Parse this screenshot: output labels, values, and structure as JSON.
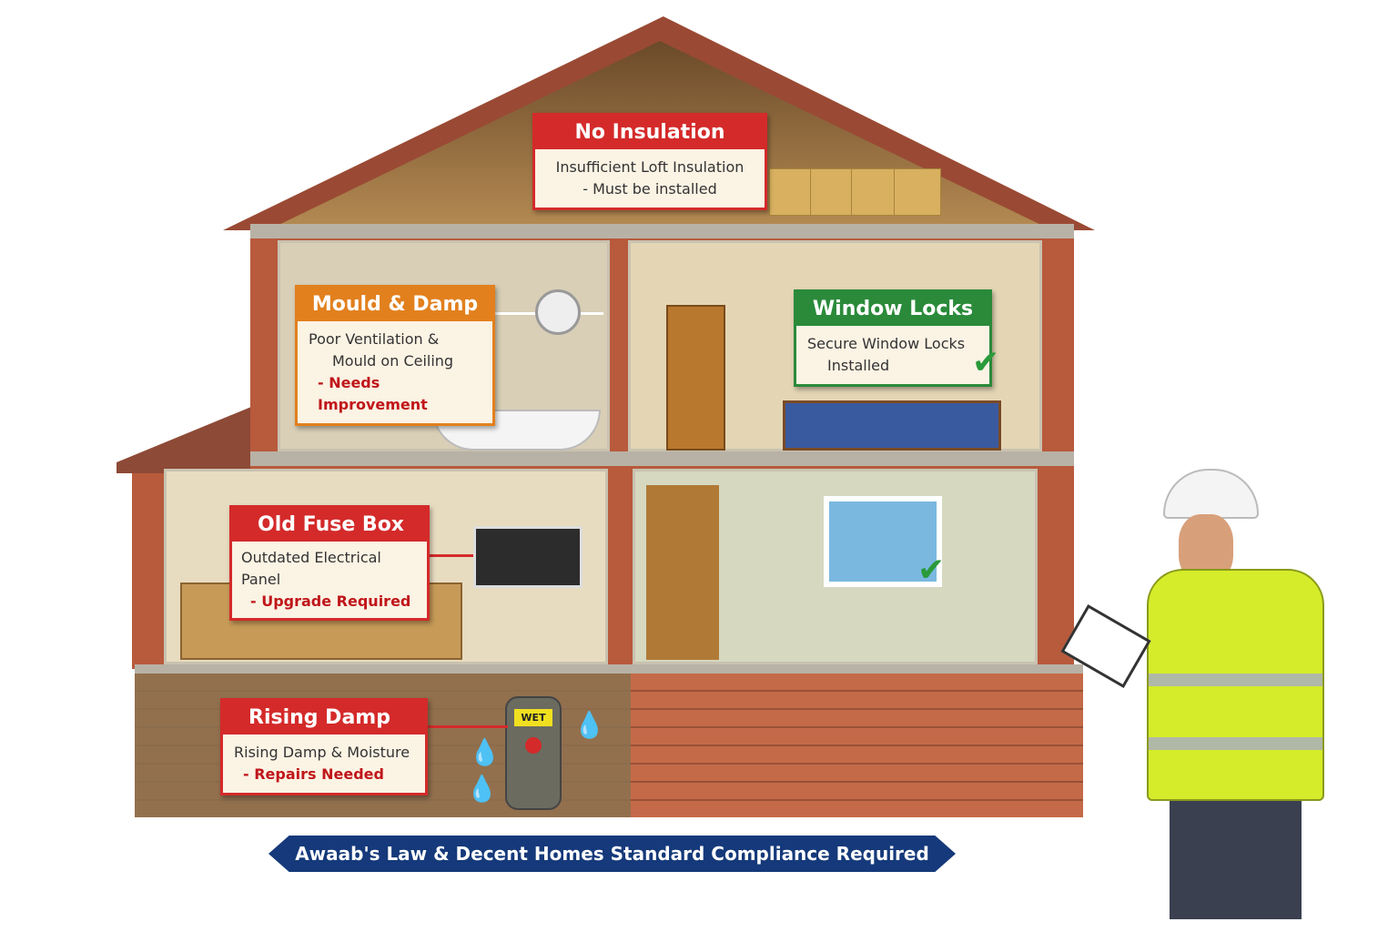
{
  "callouts": {
    "insulation": {
      "title": "No Insulation",
      "line1": "Insufficient Loft Insulation",
      "line2": "- Must be installed",
      "color": "#d42a2a"
    },
    "mould": {
      "title": "Mould & Damp",
      "line1": "Poor Ventilation &",
      "line2": "Mould on Ceiling",
      "line3": "- Needs Improvement",
      "color": "#e2801e"
    },
    "window_locks": {
      "title": "Window Locks",
      "line1": "Secure Window Locks",
      "line2": "Installed",
      "status": "check",
      "color": "#2a8a3a"
    },
    "fuse_box": {
      "title": "Old Fuse Box",
      "line1": "Outdated Electrical Panel",
      "line2": "- Upgrade Required",
      "color": "#d42a2a"
    },
    "rising_damp": {
      "title": "Rising Damp",
      "line1": "Rising Damp & Moisture",
      "line2": "- Repairs Needed",
      "color": "#d42a2a"
    }
  },
  "meter_display": "WET",
  "banner": "Awaab's Law & Decent Homes Standard Compliance Required",
  "icons": [
    "checkmark-icon",
    "arrow-icon",
    "water-drop-icon"
  ]
}
